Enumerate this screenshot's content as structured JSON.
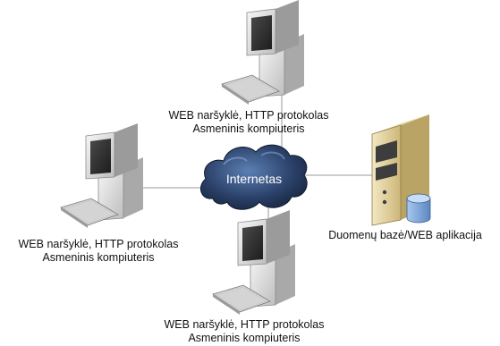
{
  "cloud": {
    "label": "Internetas"
  },
  "clients": [
    {
      "line1": "WEB naršyklė, HTTP protokolas",
      "line2": "Asmeninis kompiuteris"
    },
    {
      "line1": "WEB naršyklė, HTTP protokolas",
      "line2": "Asmeninis kompiuteris"
    },
    {
      "line1": "WEB naršyklė, HTTP protokolas",
      "line2": "Asmeninis kompiuteris"
    }
  ],
  "server": {
    "label": "Duomenų bazė/WEB aplikacija"
  },
  "colors": {
    "cloud_dark": "#1b2c4a",
    "cloud_light": "#3f5f8e",
    "cloud_text": "#ffffff",
    "computer_body": "#e6e6e6",
    "computer_shadow": "#b5b5b5",
    "screen": "#2f2f2f",
    "server_body": "#e8d8a8",
    "server_front": "#3d3d3d",
    "db_cylinder": "#7ea6d6",
    "connector": "#9a9a9a"
  }
}
